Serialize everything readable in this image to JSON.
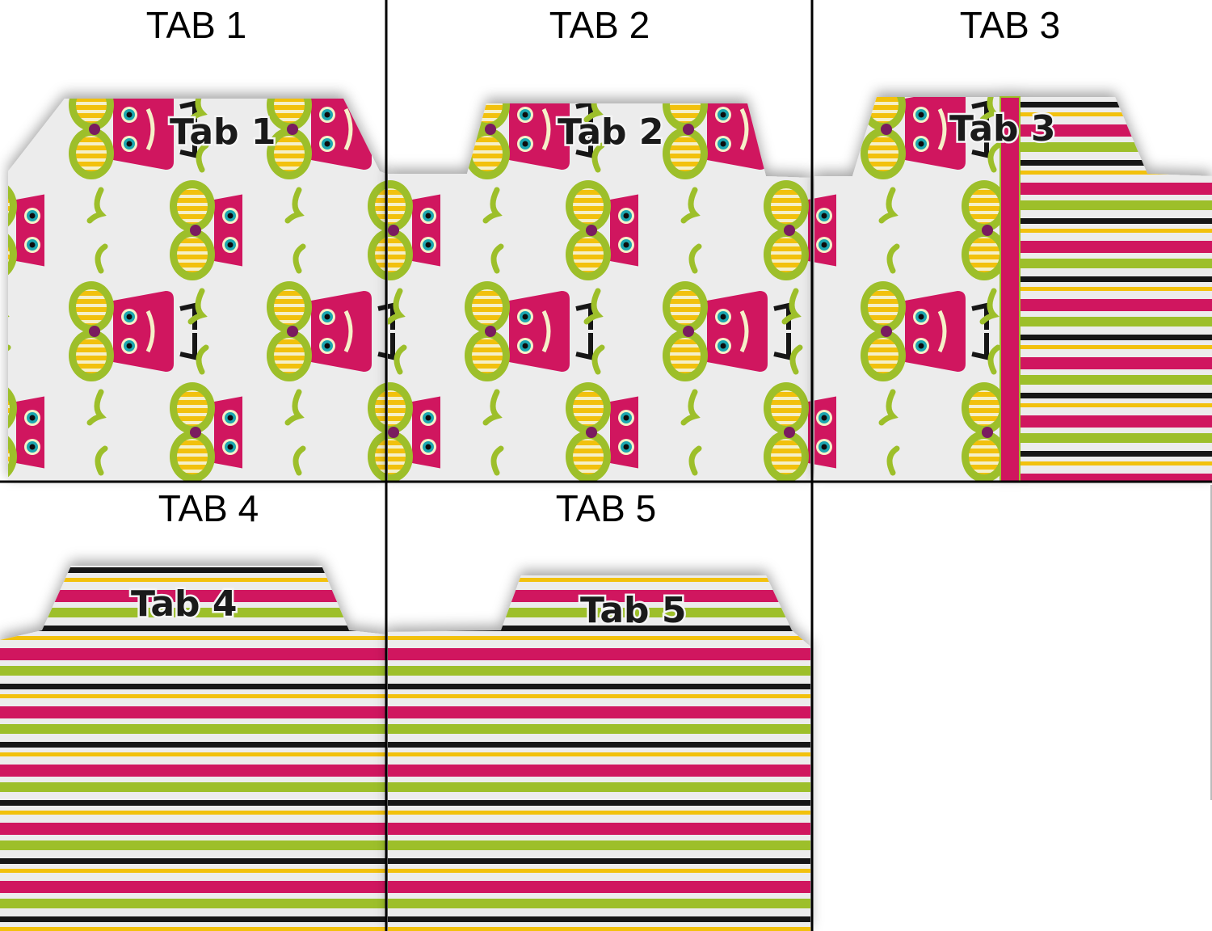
{
  "captions": [
    "TAB 1",
    "TAB 2",
    "TAB 3",
    "TAB 4",
    "TAB 5"
  ],
  "folder_labels": [
    "Tab 1",
    "Tab 2",
    "Tab 3",
    "Tab 4",
    "Tab 5"
  ],
  "colors": {
    "pink": "#d0145f",
    "green": "#9dbf2a",
    "yellow": "#f2c10f",
    "black": "#141414",
    "paper": "#ececec",
    "eye": "#1ba6b0",
    "nose": "#7a1a5e"
  }
}
